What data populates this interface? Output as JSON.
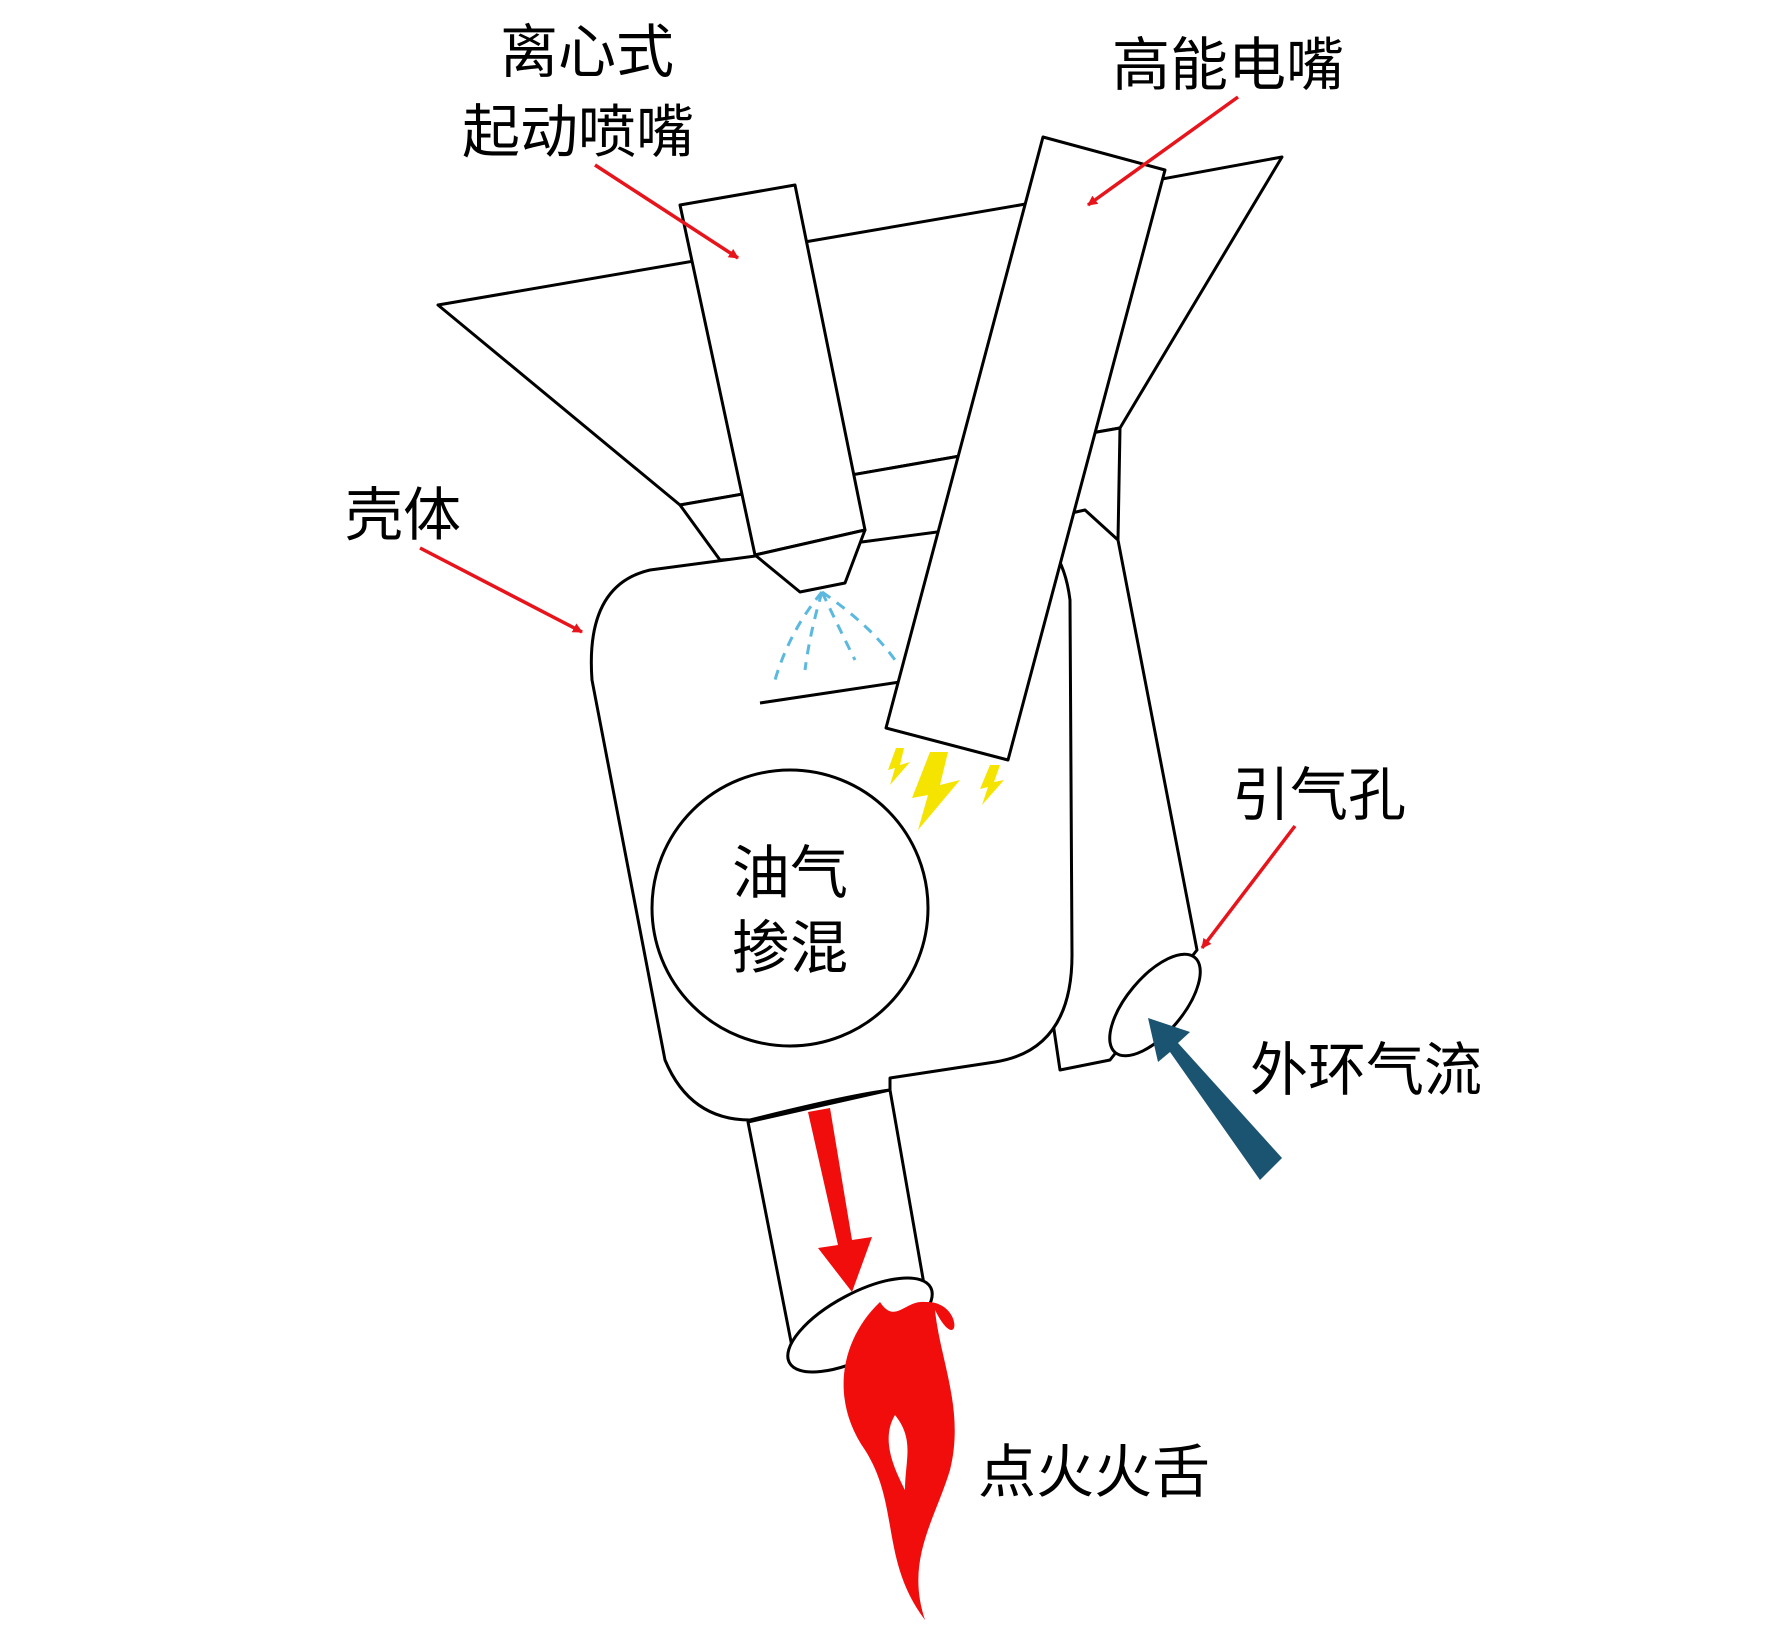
{
  "labels": {
    "centrifugal_nozzle_line1": "离心式",
    "centrifugal_nozzle_line2": "起动喷嘴",
    "igniter": "高能电嘴",
    "casing": "壳体",
    "mixing_line1": "油气",
    "mixing_line2": "掺混",
    "bleed_hole": "引气孔",
    "outer_airflow": "外环气流",
    "ignition_flame": "点火火舌"
  },
  "colors": {
    "pointer": "#e8141b",
    "airflow_arrow": "#1a5470",
    "spray": "#5bb8df",
    "spark": "#f5e400",
    "flame": "#f20d0d",
    "outline": "#000000"
  },
  "icons": {
    "spark": "lightning-bolt-icon",
    "flame": "flame-icon"
  }
}
